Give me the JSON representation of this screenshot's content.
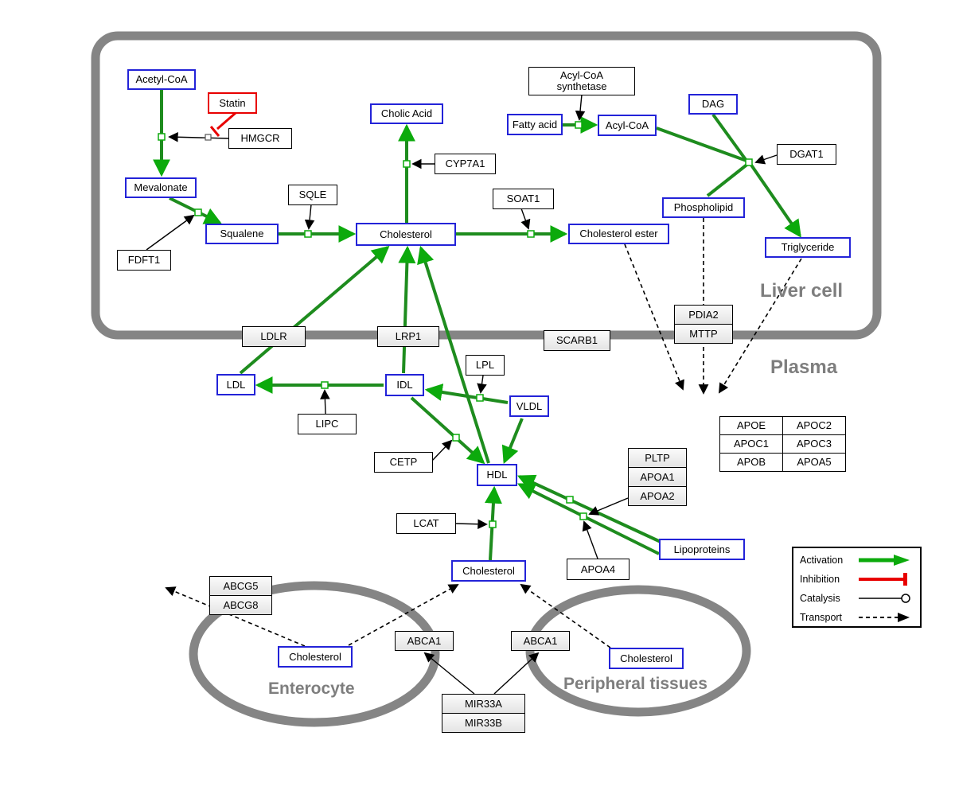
{
  "compartments": {
    "liver_cell": "Liver cell",
    "plasma": "Plasma",
    "enterocyte": "Enterocyte",
    "peripheral_tissues": "Peripheral tissues"
  },
  "nodes": {
    "acetyl_coa": "Acetyl-CoA",
    "statin": "Statin",
    "hmgcr": "HMGCR",
    "mevalonate": "Mevalonate",
    "cholic_acid": "Cholic Acid",
    "cyp7a1": "CYP7A1",
    "sqle": "SQLE",
    "squalene": "Squalene",
    "fdft1": "FDFT1",
    "cholesterol_liver": "Cholesterol",
    "soat1": "SOAT1",
    "cholesterol_ester": "Cholesterol ester",
    "fatty_acid": "Fatty acid",
    "acyl_coa": "Acyl-CoA",
    "acyl_coa_synthetase": "Acyl-CoA synthetase",
    "dag": "DAG",
    "dgat1": "DGAT1",
    "phospholipid": "Phospholipid",
    "triglyceride": "Triglyceride",
    "pdia2": "PDIA2",
    "mttp": "MTTP",
    "ldlr": "LDLR",
    "lrp1": "LRP1",
    "scarb1": "SCARB1",
    "ldl": "LDL",
    "idl": "IDL",
    "vldl": "VLDL",
    "lpl": "LPL",
    "lipc": "LIPC",
    "cetp": "CETP",
    "hdl": "HDL",
    "lcat": "LCAT",
    "apoe": "APOE",
    "apoc2": "APOC2",
    "apoc1": "APOC1",
    "apoc3": "APOC3",
    "apob": "APOB",
    "apoa5": "APOA5",
    "pltp": "PLTP",
    "apoa1": "APOA1",
    "apoa2": "APOA2",
    "apoa4": "APOA4",
    "lipoproteins": "Lipoproteins",
    "cholesterol_plasma": "Cholesterol",
    "abcg5": "ABCG5",
    "abcg8": "ABCG8",
    "cholesterol_enterocyte": "Cholesterol",
    "abca1_enterocyte": "ABCA1",
    "abca1_peripheral": "ABCA1",
    "cholesterol_peripheral": "Cholesterol",
    "mir33a": "MIR33A",
    "mir33b": "MIR33B"
  },
  "legend": {
    "activation": "Activation",
    "inhibition": "Inhibition",
    "catalysis": "Catalysis",
    "transport": "Transport"
  },
  "colors": {
    "activation_green": "#0caa0c",
    "conversion_line_green": "#1e8c1e",
    "inhibition_red": "#e80000",
    "metabolite_blue": "#2323d8",
    "membrane_gray": "#858585"
  }
}
